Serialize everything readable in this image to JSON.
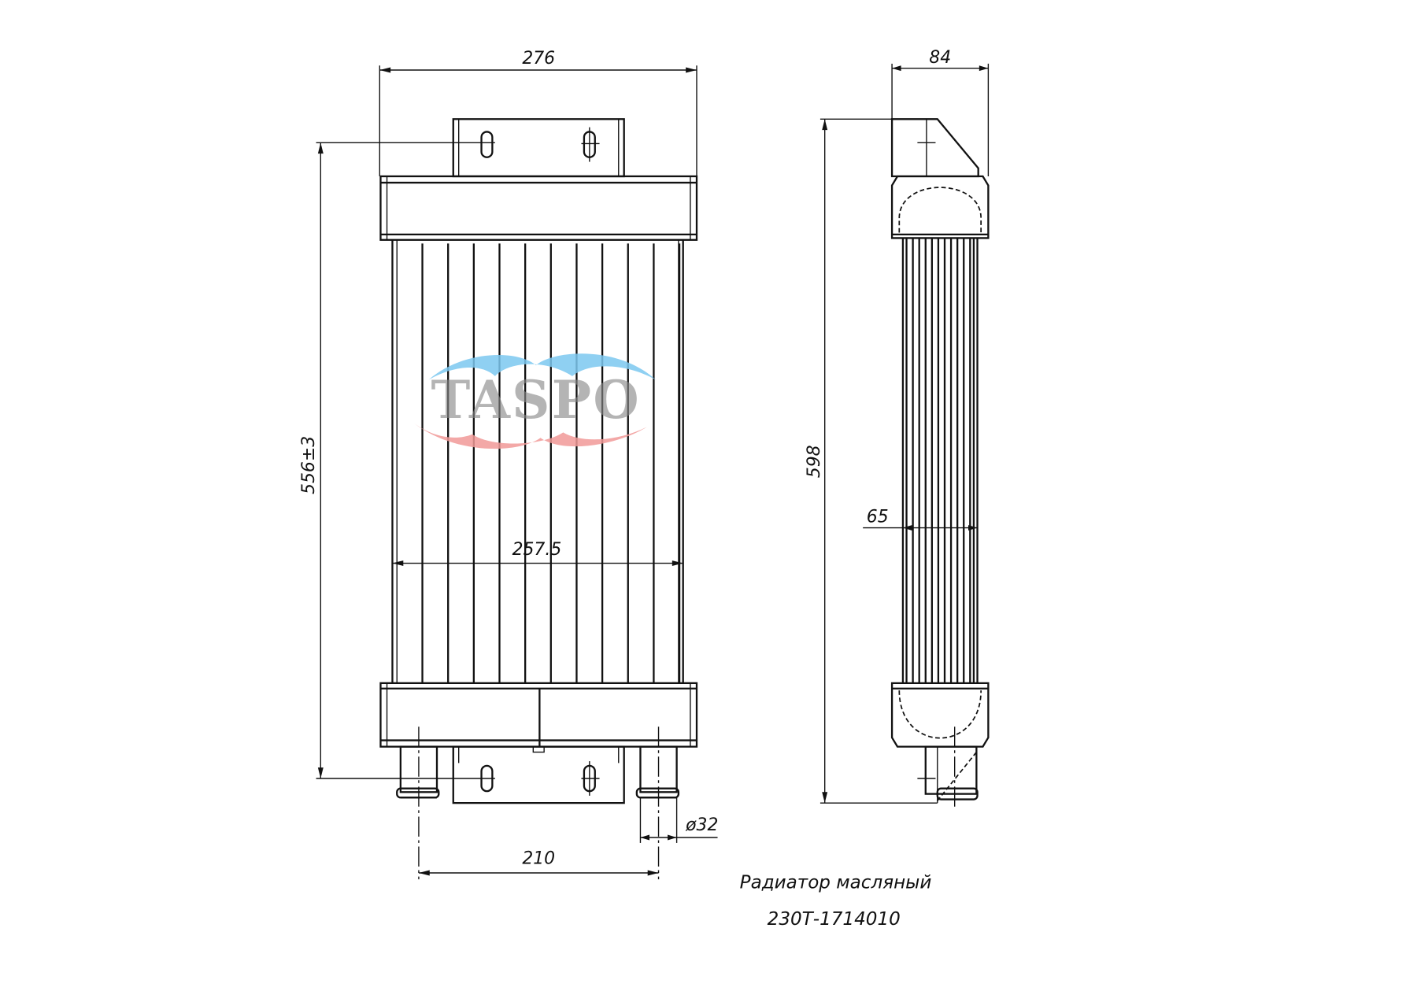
{
  "drawing": {
    "title": "Радиатор масляный",
    "part_number": "230Т-1714010",
    "watermark": "TASPO"
  },
  "dimensions": {
    "overall_width": "276",
    "depth": "84",
    "mount_height": "556±3",
    "overall_height": "598",
    "core_width": "257.5",
    "core_depth": "65",
    "pipe_spacing": "210",
    "pipe_diameter": "ø32"
  },
  "colors": {
    "line": "#111111",
    "logo_blue": "#7cc8f0",
    "logo_red": "#f19a98",
    "logo_grey": "#8a8a8a"
  }
}
